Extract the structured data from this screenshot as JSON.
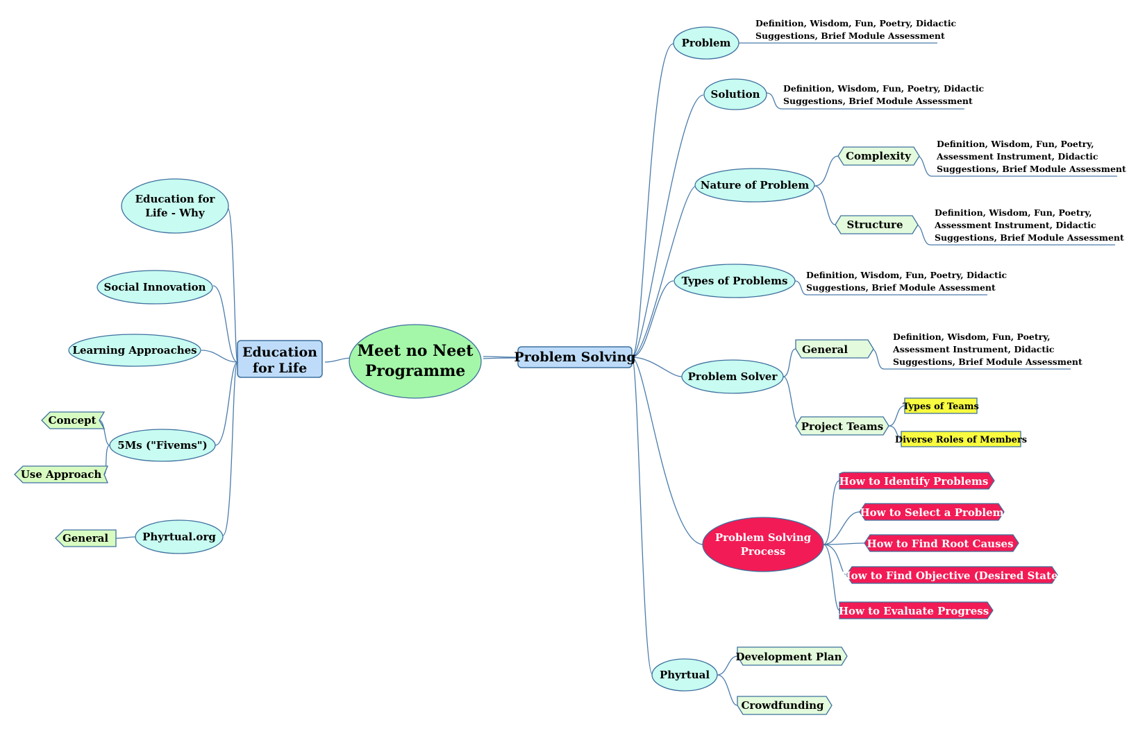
{
  "central": {
    "line1": "Meet no Neet",
    "line2": "Programme"
  },
  "left_branch": {
    "title_line1": "Education",
    "title_line2": "for Life",
    "edu_why_line1": "Education for",
    "edu_why_line2": "Life - Why",
    "social_innovation": "Social Innovation",
    "learning_approaches": "Learning Approaches",
    "fivems": "5Ms (\"Fivems\")",
    "fivems_concept": "Concept",
    "fivems_use": "Use Approach",
    "phyrtual_org": "Phyrtual.org",
    "phyrtual_org_general": "General"
  },
  "right_branch": {
    "title": "Problem Solving",
    "problem": "Problem",
    "solution": "Solution",
    "nature_of_problem": "Nature of Problem",
    "complexity": "Complexity",
    "structure": "Structure",
    "types_of_problems": "Types of Problems",
    "problem_solver": "Problem Solver",
    "general": "General",
    "project_teams": "Project Teams",
    "types_of_teams": "Types of Teams",
    "diverse_roles": "Diverse Roles of Members",
    "process_line1": "Problem Solving",
    "process_line2": "Process",
    "how_identify": "How to Identify Problems",
    "how_select": "How to Select a Problem",
    "how_root": "How to Find Root Causes",
    "how_objective": "How to Find Objective (Desired State)",
    "how_evaluate": "How to Evaluate Progress",
    "phyrtual": "Phyrtual",
    "development_plan": "Development Plan",
    "crowdfunding": "Crowdfunding"
  },
  "notes": {
    "problem_l1": "Definition, Wisdom, Fun, Poetry, Didactic",
    "problem_l2": "Suggestions, Brief Module Assessment",
    "solution_l1": "Definition, Wisdom, Fun, Poetry, Didactic",
    "solution_l2": "Suggestions, Brief Module Assessment",
    "complexity_l1": "Definition, Wisdom, Fun, Poetry,",
    "complexity_l2": "Assessment Instrument, Didactic",
    "complexity_l3": "Suggestions, Brief Module Assessment",
    "structure_l1": "Definition, Wisdom, Fun, Poetry,",
    "structure_l2": "Assessment Instrument, Didactic",
    "structure_l3": "Suggestions, Brief Module Assessment",
    "types_l1": "Definition, Wisdom, Fun, Poetry, Didactic",
    "types_l2": "Suggestions, Brief Module Assessment",
    "general_l1": "Definition, Wisdom, Fun, Poetry,",
    "general_l2": "Assessment Instrument, Didactic",
    "general_l3": "Suggestions, Brief Module Assessment"
  },
  "colors": {
    "link": "#4a7bab",
    "topic_cyan": "#c8fbf1",
    "central_green": "#a4f7a8",
    "branch_blue": "#bedcf9",
    "highlight_red": "#f21b55",
    "tag_green": "#e3fbdc",
    "box_yellow": "#f8fb3f"
  }
}
